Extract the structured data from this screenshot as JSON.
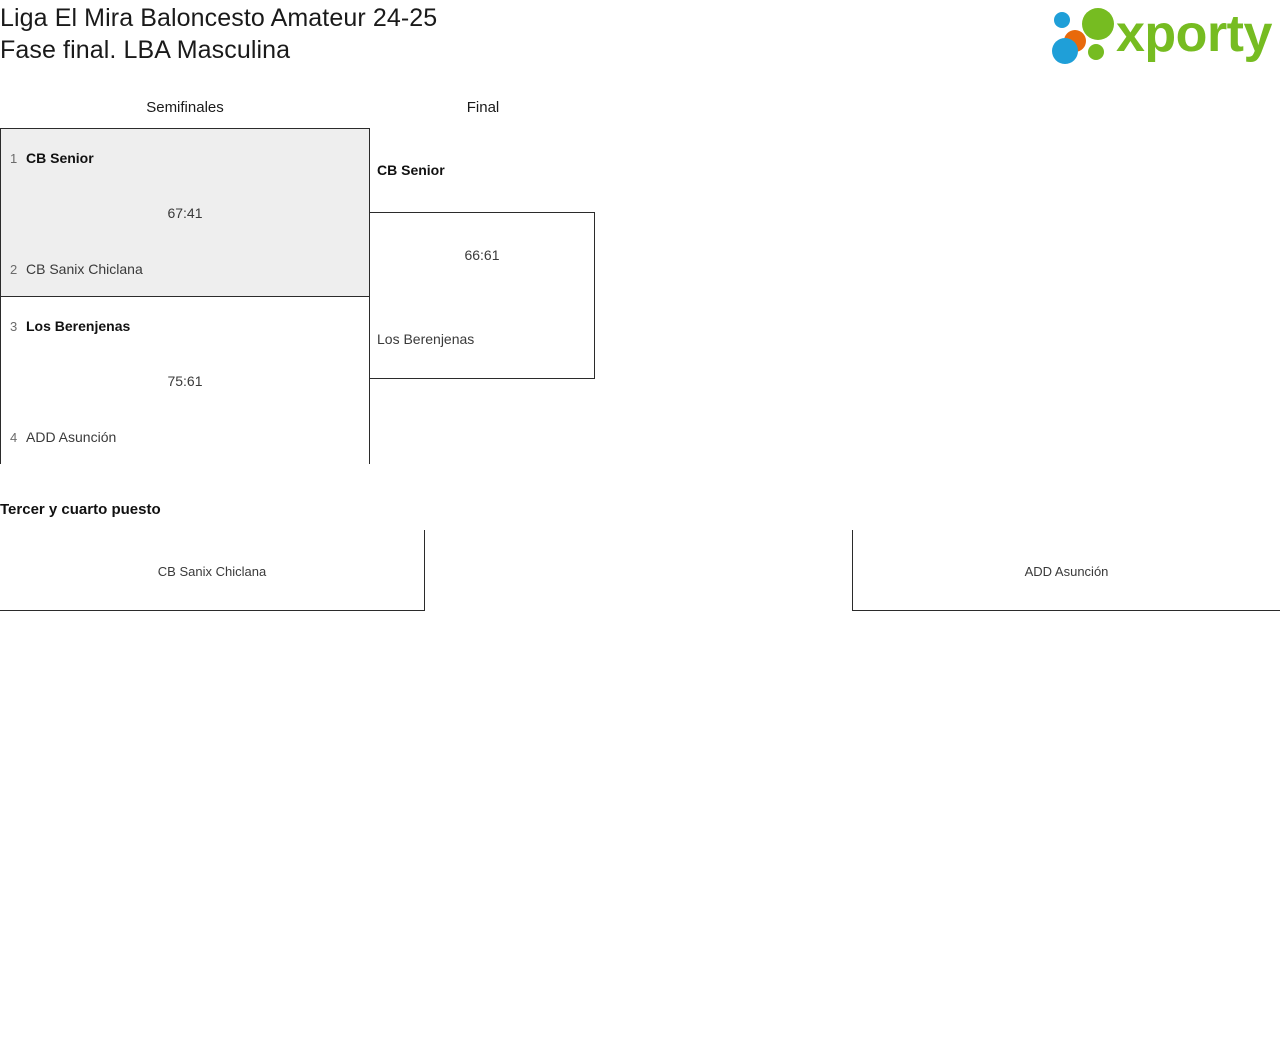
{
  "header": {
    "title_line_1": "Liga El Mira Baloncesto Amateur 24-25",
    "title_line_2": "Fase final. LBA Masculina",
    "logo": {
      "wordmark": "xporty",
      "colors": {
        "green": "#76bc21",
        "blue": "#1f9fd8",
        "orange": "#e8690b"
      }
    }
  },
  "bracket": {
    "rounds": [
      {
        "label": "Semifinales"
      },
      {
        "label": "Final"
      }
    ],
    "semifinals": [
      {
        "highlighted": true,
        "score": "67:41",
        "teams": [
          {
            "seed": "1",
            "name": "CB Senior",
            "winner": true
          },
          {
            "seed": "2",
            "name": "CB Sanix Chiclana",
            "winner": false
          }
        ]
      },
      {
        "highlighted": false,
        "score": "75:61",
        "teams": [
          {
            "seed": "3",
            "name": "Los Berenjenas",
            "winner": true
          },
          {
            "seed": "4",
            "name": "ADD Asunción",
            "winner": false
          }
        ]
      }
    ],
    "final": {
      "score": "66:61",
      "winner_name": "CB Senior",
      "runnerup_name": "Los Berenjenas"
    },
    "third_place": {
      "heading": "Tercer y cuarto puesto",
      "left_team": "CB Sanix Chiclana",
      "right_team": "ADD Asunción"
    }
  }
}
